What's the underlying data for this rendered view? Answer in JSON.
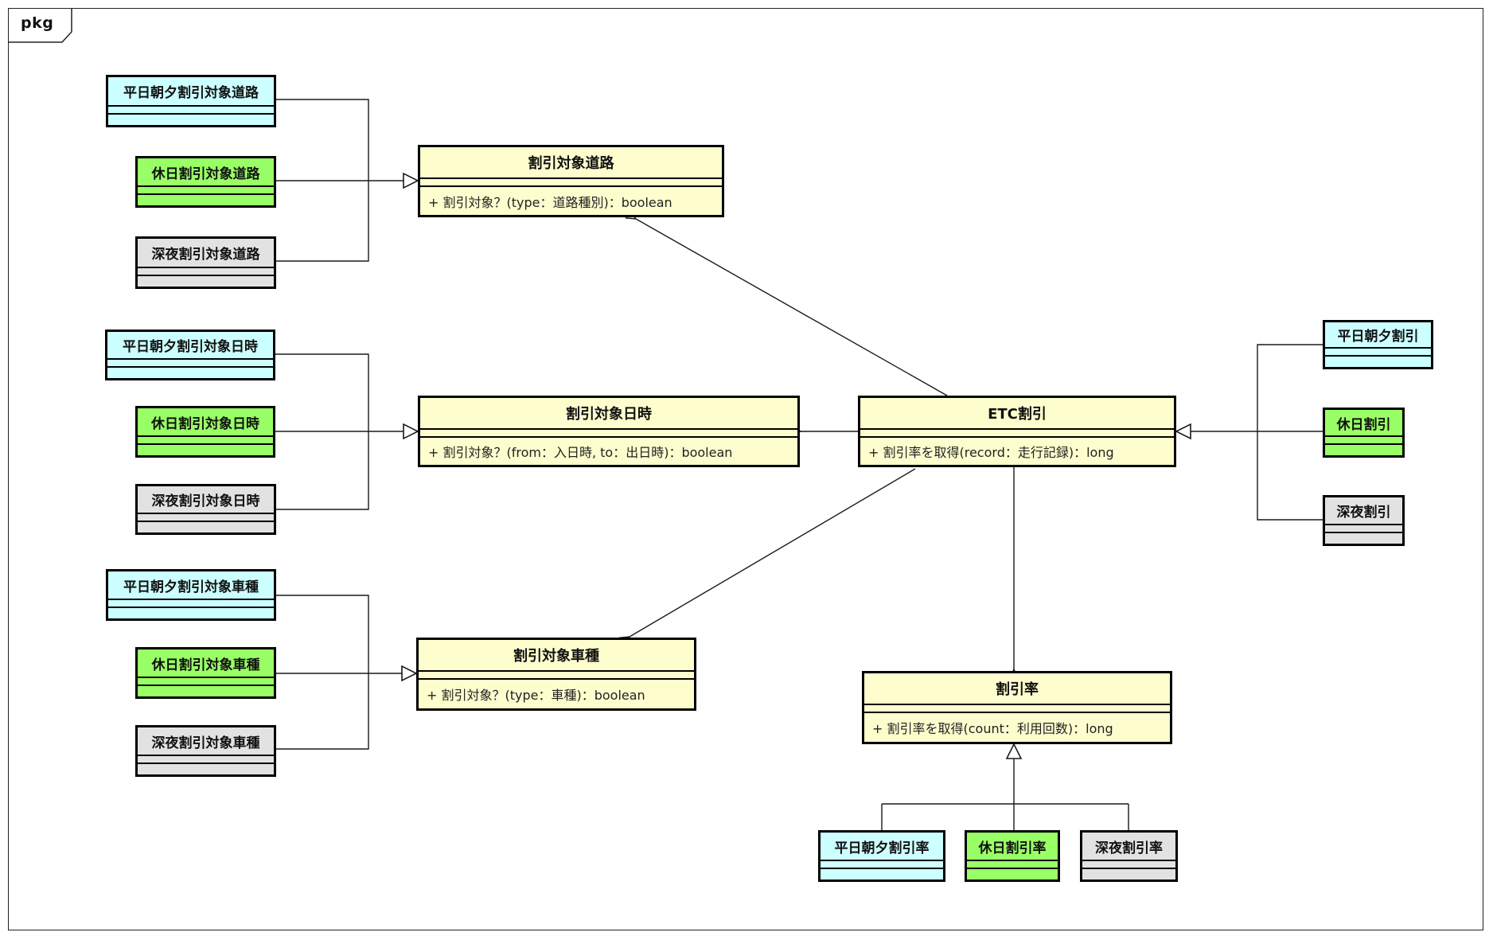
{
  "package": {
    "label": "pkg"
  },
  "palette": {
    "weekday_morning": "#CCFFFF",
    "holiday": "#99FF66",
    "midnight": "#E2E2E2",
    "abstract": "#FDFDCE",
    "border": "#000000",
    "canvas": "#FFFFFF"
  },
  "classes": [
    {
      "name": "平日朝夕割引対象道路",
      "fill": "weekday_morning"
    },
    {
      "name": "休日割引対象道路",
      "fill": "holiday"
    },
    {
      "name": "深夜割引対象道路",
      "fill": "midnight"
    },
    {
      "name": "割引対象道路",
      "fill": "abstract",
      "method": "+ 割引対象？(type：道路種別)：boolean"
    },
    {
      "name": "平日朝夕割引対象日時",
      "fill": "weekday_morning"
    },
    {
      "name": "休日割引対象日時",
      "fill": "holiday"
    },
    {
      "name": "深夜割引対象日時",
      "fill": "midnight"
    },
    {
      "name": "割引対象日時",
      "fill": "abstract",
      "method": "+ 割引対象？(from：入日時, to：出日時)：boolean"
    },
    {
      "name": "ETC割引",
      "fill": "abstract",
      "method": "+ 割引率を取得(record：走行記録)：long"
    },
    {
      "name": "平日朝夕割引",
      "fill": "weekday_morning"
    },
    {
      "name": "休日割引",
      "fill": "holiday"
    },
    {
      "name": "深夜割引",
      "fill": "midnight"
    },
    {
      "name": "平日朝夕割引対象車種",
      "fill": "weekday_morning"
    },
    {
      "name": "休日割引対象車種",
      "fill": "holiday"
    },
    {
      "name": "深夜割引対象車種",
      "fill": "midnight"
    },
    {
      "name": "割引対象車種",
      "fill": "abstract",
      "method": "+ 割引対象？(type：車種)：boolean"
    },
    {
      "name": "割引率",
      "fill": "abstract",
      "method": "+ 割引率を取得(count：利用回数)：long"
    },
    {
      "name": "平日朝夕割引率",
      "fill": "weekday_morning"
    },
    {
      "name": "休日割引率",
      "fill": "holiday"
    },
    {
      "name": "深夜割引率",
      "fill": "midnight"
    }
  ],
  "relationships": [
    {
      "type": "generalization",
      "from": [
        "平日朝夕割引対象道路",
        "休日割引対象道路",
        "深夜割引対象道路"
      ],
      "to": "割引対象道路"
    },
    {
      "type": "generalization",
      "from": [
        "平日朝夕割引対象日時",
        "休日割引対象日時",
        "深夜割引対象日時"
      ],
      "to": "割引対象日時"
    },
    {
      "type": "generalization",
      "from": [
        "平日朝夕割引対象車種",
        "休日割引対象車種",
        "深夜割引対象車種"
      ],
      "to": "割引対象車種"
    },
    {
      "type": "generalization",
      "from": [
        "平日朝夕割引",
        "休日割引",
        "深夜割引"
      ],
      "to": "ETC割引"
    },
    {
      "type": "generalization",
      "from": [
        "平日朝夕割引率",
        "休日割引率",
        "深夜割引率"
      ],
      "to": "割引率"
    },
    {
      "type": "association",
      "from": "ETC割引",
      "to": "割引対象道路"
    },
    {
      "type": "association",
      "from": "ETC割引",
      "to": "割引対象日時"
    },
    {
      "type": "association",
      "from": "ETC割引",
      "to": "割引対象車種"
    },
    {
      "type": "association",
      "from": "ETC割引",
      "to": "割引率"
    }
  ]
}
